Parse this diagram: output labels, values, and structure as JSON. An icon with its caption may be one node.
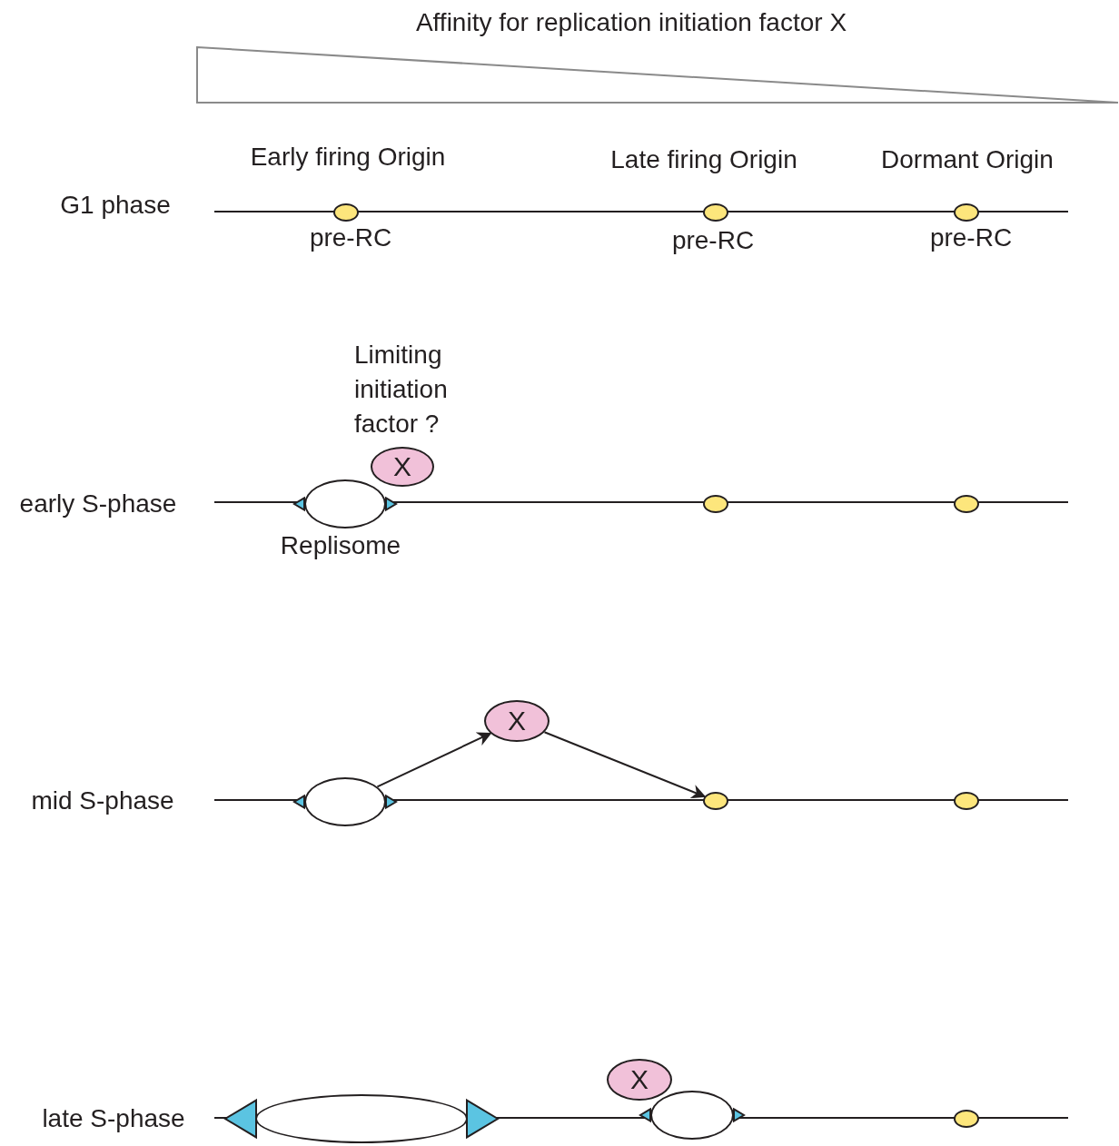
{
  "diagram": {
    "nodes": [
      {
        "text": [],
        "shape": "circle",
        "beside": [
          "pre-RC"
        ]
      },
      {
        "text": [],
        "shape": "circle",
        "beside": [
          "pre-RC"
        ]
      },
      {
        "text": [],
        "shape": "circle",
        "beside": [
          "pre-RC"
        ]
      },
      {
        "text": [
          "X"
        ],
        "beside": [
          "Limiting initiation factor ?"
        ]
      },
      {
        "text": [],
        "shape": "bubble",
        "beside": [
          "Replisome"
        ]
      },
      {
        "text": [],
        "shape": "circle"
      },
      {
        "text": [],
        "shape": "circle"
      },
      {
        "text": [
          "X"
        ]
      },
      {
        "text": [],
        "shape": "bubble"
      },
      {
        "text": [],
        "shape": "circle"
      },
      {
        "text": [],
        "shape": "circle"
      },
      {
        "text": [
          "X"
        ]
      },
      {
        "text": [],
        "shape": "bubble"
      },
      {
        "text": [],
        "shape": "bubble"
      },
      {
        "text": [],
        "shape": "circle"
      },
      {
        "text": [],
        "shape": "wedge"
      }
    ],
    "edges": [
      {
        "from": 8,
        "to": 7,
        "arrow": "to"
      },
      {
        "from": 7,
        "to": 9,
        "arrow": "to"
      }
    ],
    "labels": [
      "Affinity for replication initiation factor X",
      "Early firing Origin",
      "Late firing Origin",
      "Dormant Origin",
      "G1 phase",
      "early S-phase",
      "mid S-phase",
      "late S-phase"
    ]
  }
}
